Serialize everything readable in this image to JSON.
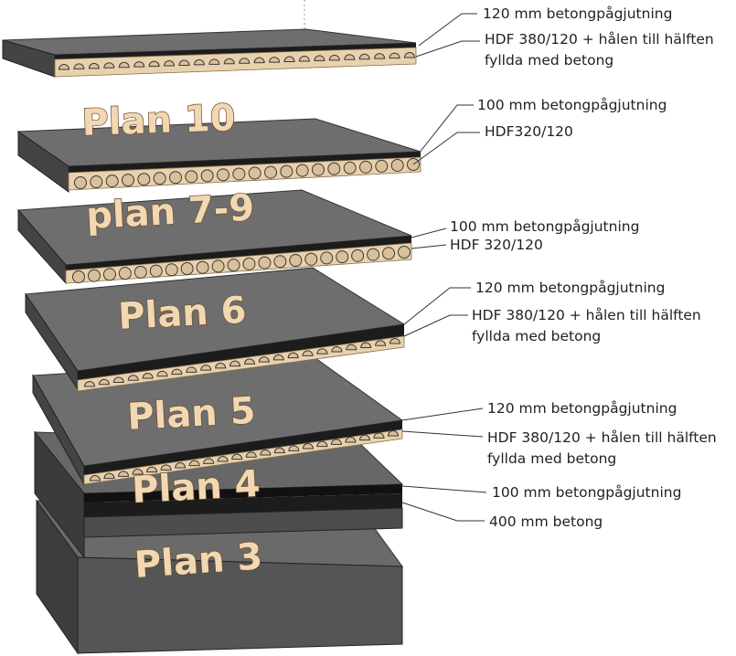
{
  "floors": [
    {
      "plan": "",
      "labels": [
        "120 mm betongpågjutning",
        "HDF 380/120 + hålen till hälften",
        "fyllda med betong"
      ]
    },
    {
      "plan": "Plan 10",
      "labels": [
        "100 mm betongpågjutning",
        "HDF320/120"
      ]
    },
    {
      "plan": "plan 7-9",
      "labels": [
        "100 mm betongpågjutning",
        "HDF 320/120"
      ]
    },
    {
      "plan": "Plan 6",
      "labels": [
        "120 mm betongpågjutning",
        "HDF 380/120 + hålen till hälften",
        "fyllda med betong"
      ]
    },
    {
      "plan": "Plan 5",
      "labels": [
        "120 mm betongpågjutning",
        "HDF 380/120 + hålen till hälften",
        "fyllda med betong"
      ]
    },
    {
      "plan": "Plan 4",
      "labels": [
        "100 mm betongpågjutning",
        "400 mm betong"
      ]
    },
    {
      "plan": "Plan 3",
      "labels": []
    }
  ],
  "colors": {
    "concrete_top": "#6e6e6e",
    "concrete_dark": "#4b4b4b",
    "pour_layer": "#1c1c1c",
    "hdf_wood": "#e8d2ae",
    "hole_outline": "#3a3a3a",
    "plan_text_fill": "#f2d7b3",
    "plan_text_stroke": "#6b4d2c"
  }
}
